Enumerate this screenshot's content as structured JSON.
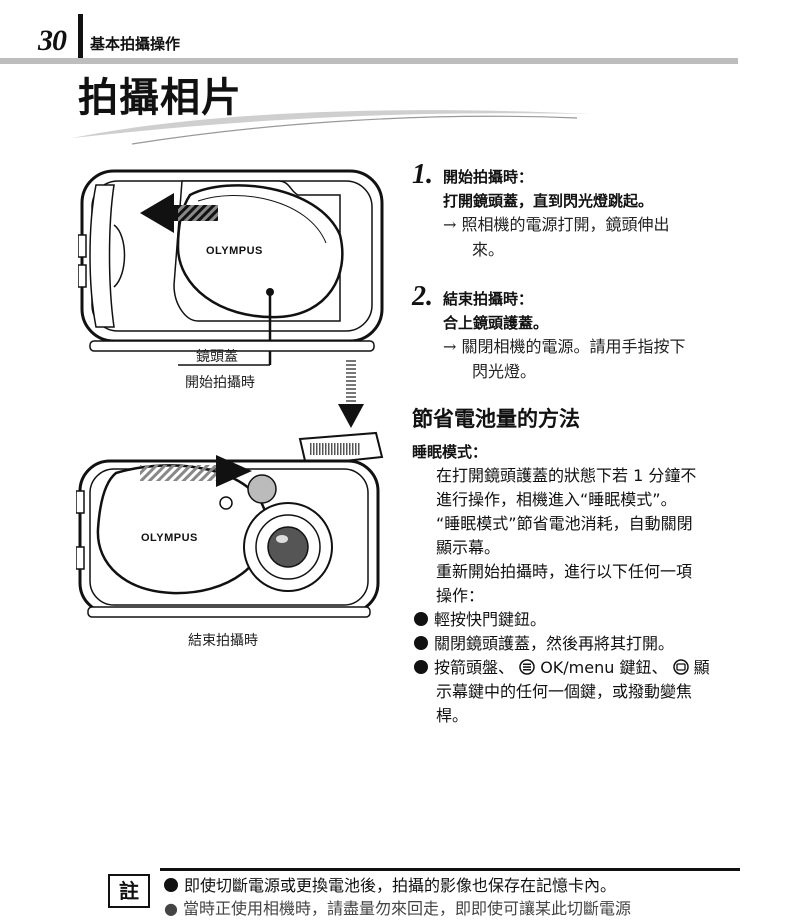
{
  "header": {
    "page_number": "30",
    "section_title": "基本拍攝操作"
  },
  "page_title": "拍攝相片",
  "illustrations": {
    "top_camera": {
      "brand": "OLYMPUS",
      "label_lens_cover": "鏡頭蓋",
      "caption": "開始拍攝時"
    },
    "bottom_camera": {
      "brand": "OLYMPUS",
      "caption": "結束拍攝時"
    }
  },
  "steps": [
    {
      "number": "1.",
      "title": "開始拍攝時：",
      "instruction": "打開鏡頭蓋，直到閃光燈跳起。",
      "result_lines": [
        "→ 照相機的電源打開，鏡頭伸出",
        "來。"
      ]
    },
    {
      "number": "2.",
      "title": "結束拍攝時：",
      "instruction": "合上鏡頭護蓋。",
      "result_lines": [
        "→ 關閉相機的電源。請用手指按下",
        "閃光燈。"
      ]
    }
  ],
  "battery_section": {
    "heading": "節省電池量的方法",
    "sleep_label": "睡眠模式：",
    "paragraph_lines": [
      "在打開鏡頭護蓋的狀態下若 1 分鐘不",
      "進行操作，相機進入“睡眠模式”。",
      "“睡眠模式”節省電池消耗，自動關閉",
      "顯示幕。",
      "重新開始拍攝時，進行以下任何一項",
      "操作："
    ],
    "bullets": [
      "輕按快門鍵鈕。",
      "關閉鏡頭護蓋，然後再將其打開。"
    ],
    "bullet3": {
      "part1": "按箭頭盤、",
      "part2": "OK/menu 鍵鈕、",
      "part3": "顯",
      "line2": "示幕鍵中的任何一個鍵，或撥動變焦",
      "line3": "桿。"
    }
  },
  "note": {
    "label": "註",
    "line1": "即使切斷電源或更換電池後，拍攝的影像也保存在記憶卡內。",
    "line2_partial": "●  當時正使用相機時，請盡量勿來回走，即即使可讓某此切斷電源"
  },
  "colors": {
    "rule_gray": "#bdbdbd",
    "ink": "#111111"
  }
}
